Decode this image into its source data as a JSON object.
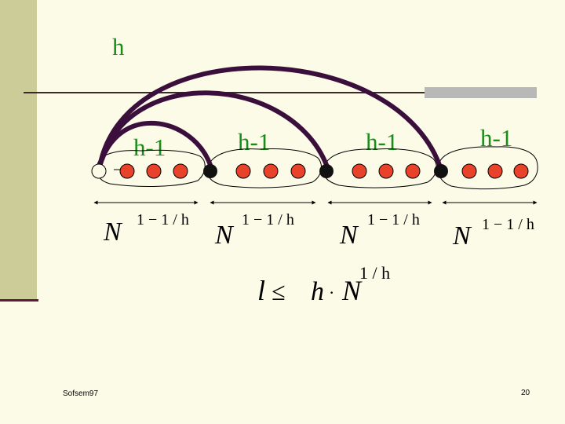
{
  "top_label": "h",
  "group_labels": [
    "h-1",
    "h-1",
    "h-1",
    "h-1"
  ],
  "size_formula": {
    "base": "N",
    "exponent": "1 − 1 / h"
  },
  "bound_formula": {
    "lhs": "l",
    "relation": "≤",
    "rhs_factor": "h",
    "dot": "·",
    "base": "N",
    "exponent": "1 / h"
  },
  "footer": {
    "left": "Sofsem97",
    "page_number": "20"
  },
  "colors": {
    "red_node": "#e8432a",
    "black_node": "#111111",
    "arc": "#3b0f3b",
    "label_green": "#1a8c1a"
  }
}
